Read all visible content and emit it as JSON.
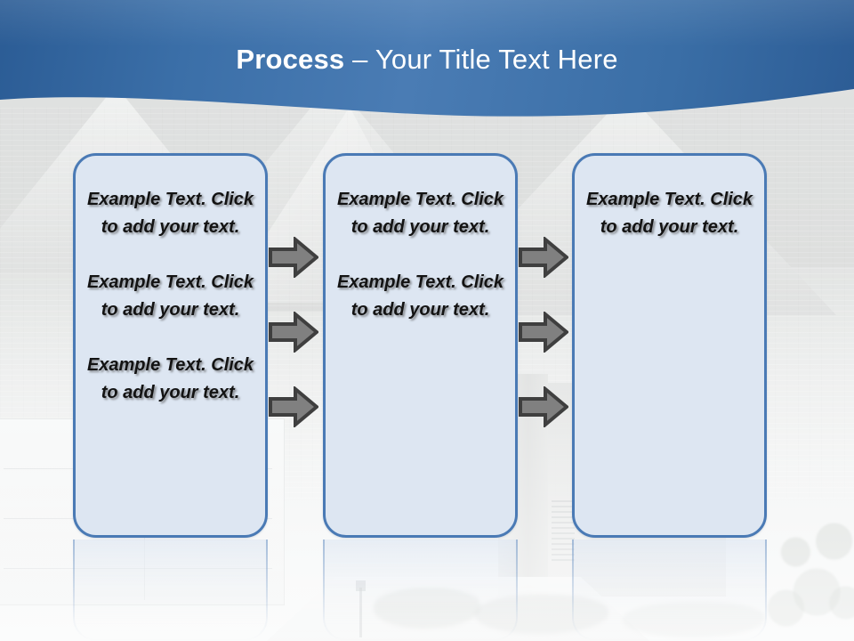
{
  "slide": {
    "title": {
      "bold_part": "Process",
      "rest": " – Your Title Text Here"
    },
    "theme": {
      "header_blue": "#3b6fa8",
      "box_fill": "#dde6f2",
      "box_border": "#4a7ab5",
      "arrow_fill": "#808080",
      "arrow_outline": "#404040",
      "title_color": "#ffffff",
      "body_text_color": "#131313"
    },
    "columns": [
      {
        "name": "column-1",
        "paragraphs": [
          "Example Text. Click  to add your text.",
          "Example Text. Click  to add your text.",
          "Example Text. Click  to add your text."
        ]
      },
      {
        "name": "column-2",
        "paragraphs": [
          "Example Text. Click  to add your text.",
          "Example Text. Click  to add your text."
        ]
      },
      {
        "name": "column-3",
        "paragraphs": [
          "Example Text. Click  to add your text."
        ]
      }
    ],
    "connectors": [
      {
        "group": "gap-1",
        "count": 3,
        "icon": "right-arrow-icon"
      },
      {
        "group": "gap-2",
        "count": 3,
        "icon": "right-arrow-icon"
      }
    ],
    "background": {
      "description": "house-photo-watermark"
    }
  }
}
